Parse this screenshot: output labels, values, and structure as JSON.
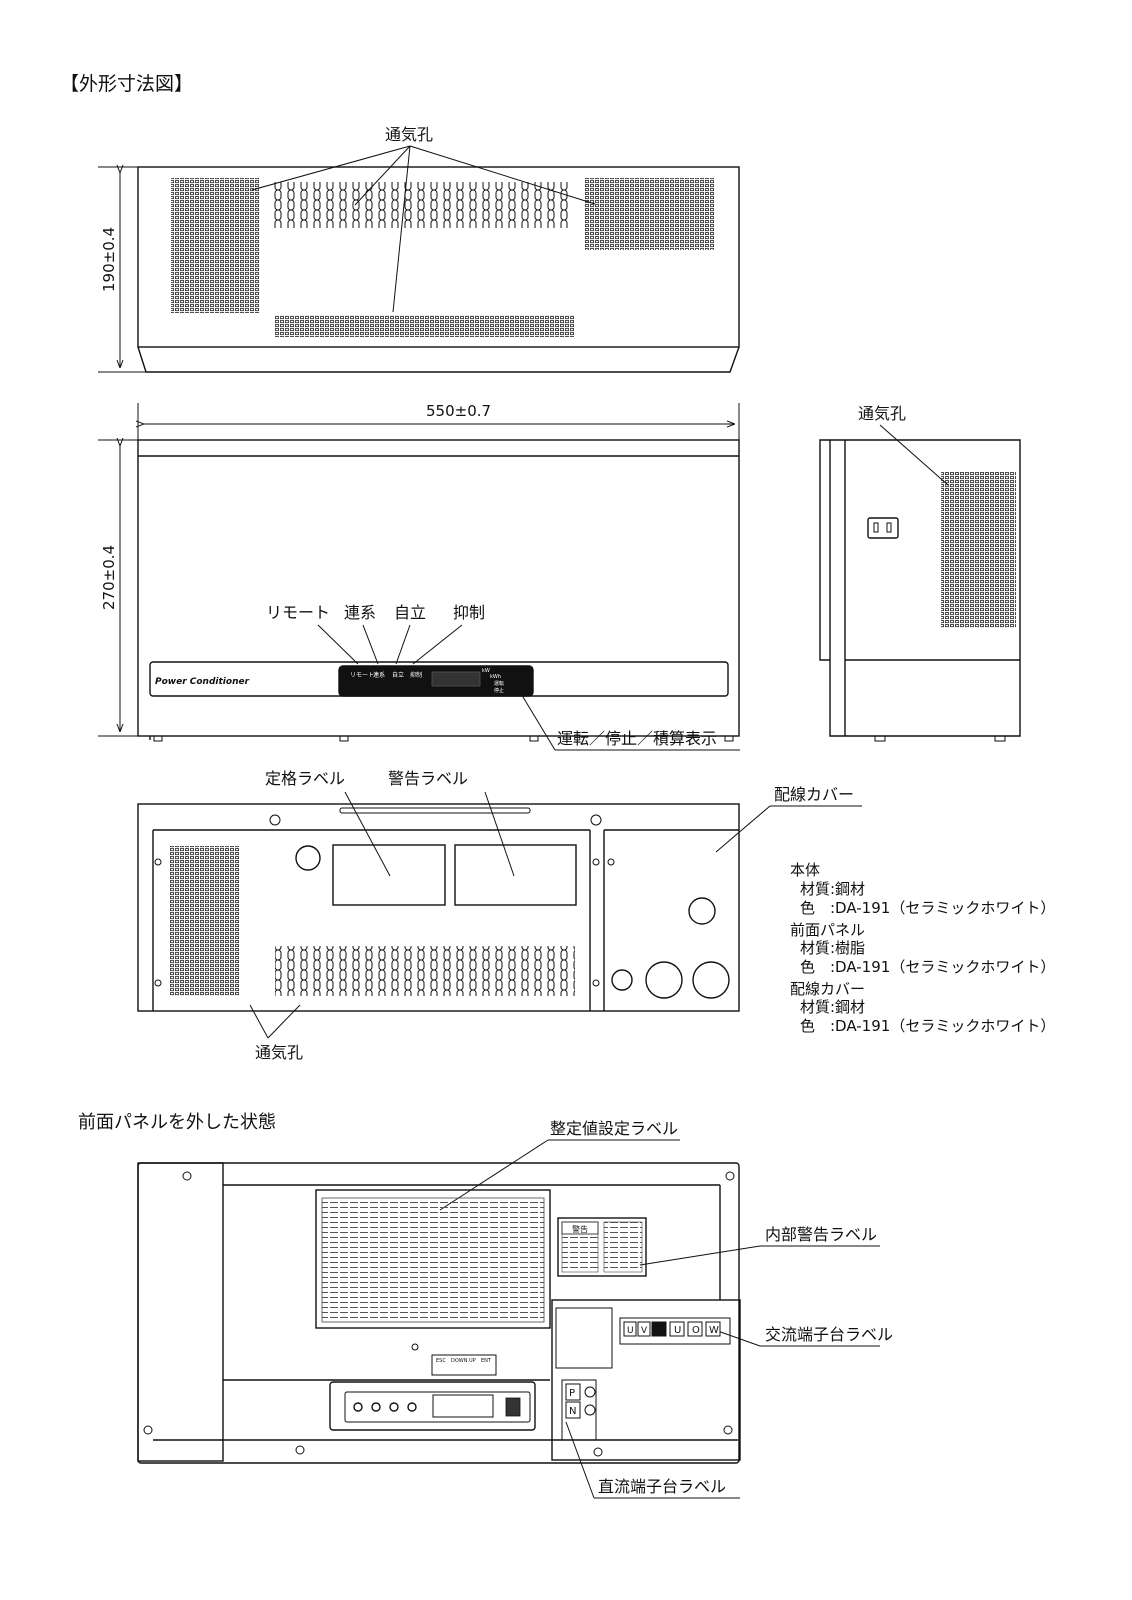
{
  "page_title": "【外形寸法図】",
  "top_view": {
    "vent_label": "通気孔",
    "height_dim": "190±0.4"
  },
  "front_view": {
    "width_dim": "550±0.7",
    "height_dim": "270±0.4",
    "indicators": {
      "remote": "リモート",
      "grid": "連系",
      "standalone": "自立",
      "suppress": "抑制"
    },
    "panel_leds": [
      "リモート",
      "連系",
      "自立",
      "抑制"
    ],
    "brand_text": "Power Conditioner",
    "display_small": [
      "kW",
      "kWh",
      "運転",
      "停止"
    ],
    "display_label": "運転／停止／積算表示"
  },
  "side_view": {
    "vent_label": "通気孔"
  },
  "bottom_view": {
    "rating_label": "定格ラベル",
    "warning_label": "警告ラベル",
    "wiring_cover": "配線カバー",
    "vent_label": "通気孔"
  },
  "materials": {
    "body": {
      "title": "本体",
      "material": "材質:鋼材",
      "color": "色　:DA-191（セラミックホワイト）"
    },
    "front_panel": {
      "title": "前面パネル",
      "material": "材質:樹脂",
      "color": "色　:DA-191（セラミックホワイト）"
    },
    "wiring_cover": {
      "title": "配線カバー",
      "material": "材質:鋼材",
      "color": "色　:DA-191（セラミックホワイト）"
    }
  },
  "internal_view": {
    "title": "前面パネルを外した状態",
    "settings_label": "整定値設定ラベル",
    "internal_warning_label": "内部警告ラベル",
    "ac_terminal_label": "交流端子台ラベル",
    "dc_terminal_label": "直流端子台ラベル",
    "warning_tag": "警告",
    "buttons": [
      "ESC",
      "DOWN",
      "UP",
      "ENT"
    ],
    "ac_terminals": [
      "U",
      "V",
      "U",
      "O",
      "W"
    ],
    "dc_terminals": [
      "P",
      "N"
    ]
  }
}
